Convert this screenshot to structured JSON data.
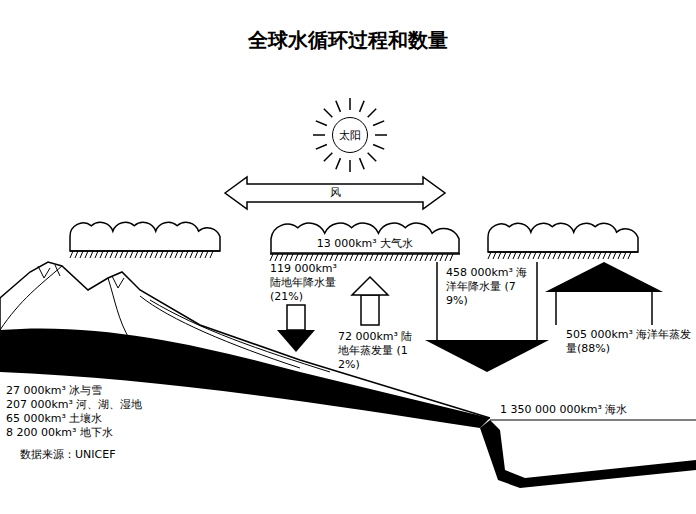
{
  "diagram": {
    "title": "全球水循环过程和数量",
    "nodes": [
      {
        "text": [
          "太阳"
        ]
      },
      {
        "text": [
          "13 000km³ 大气水"
        ]
      }
    ],
    "labels": [
      "风",
      "119 000km³ 陆地年降水量 (21%)",
      "72 000km³ 陆地年蒸发量 (12%)",
      "458 000km³ 海洋年降水量 (79%)",
      "505 000km³ 海洋年蒸发量(88%)",
      "27 000km³ 冰与雪",
      "207 000km³ 河、湖、湿地",
      "65 000km³ 土壤水",
      "8 200 00km³ 地下水",
      "数据来源：UNICEF",
      "1 350 000 000km³ 海水"
    ]
  }
}
